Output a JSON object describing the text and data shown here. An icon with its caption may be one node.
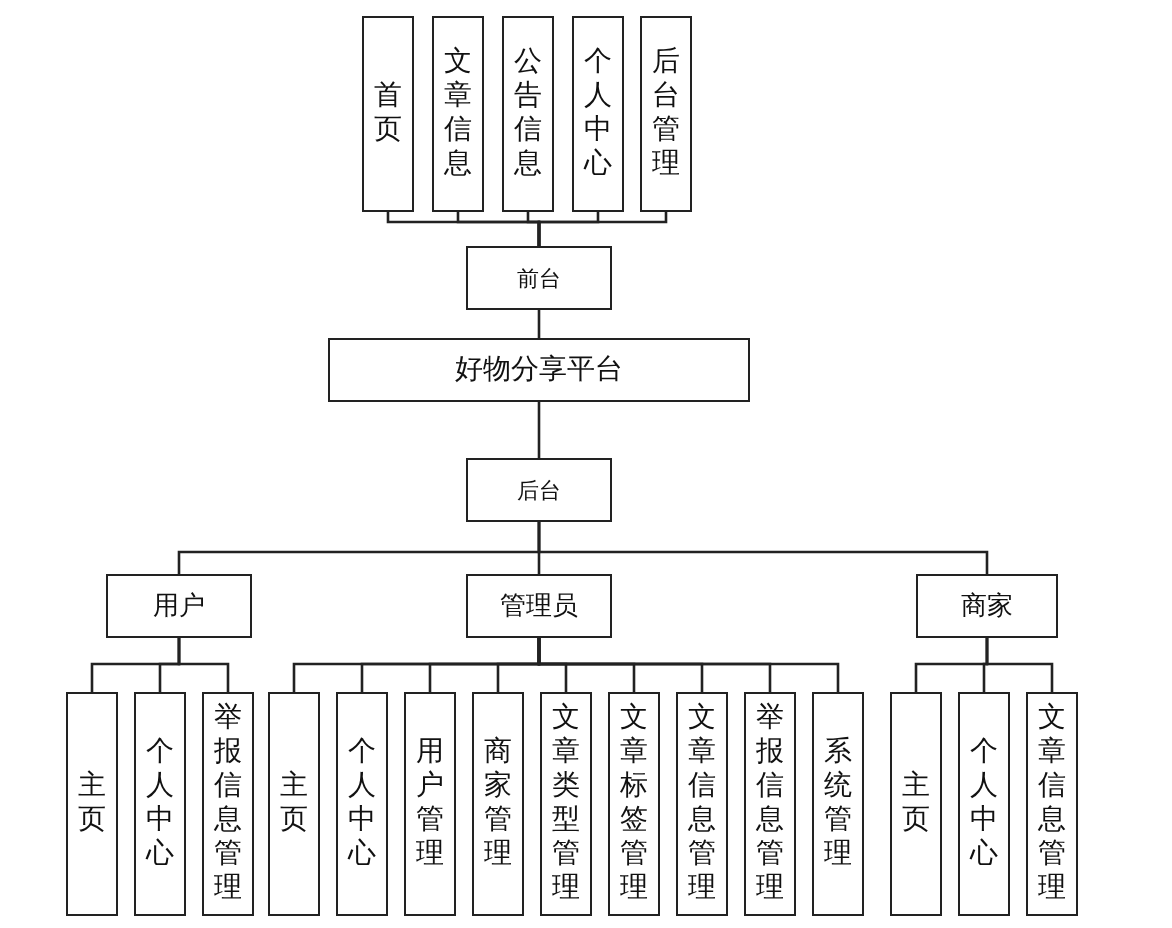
{
  "diagram": {
    "nodes": [
      {
        "text": [
          "首页"
        ]
      },
      {
        "text": [
          "文章信息"
        ]
      },
      {
        "text": [
          "公告信息"
        ]
      },
      {
        "text": [
          "个人中心"
        ]
      },
      {
        "text": [
          "后台管理"
        ]
      },
      {
        "text": [
          "前台"
        ]
      },
      {
        "text": [
          "好物分享平台"
        ]
      },
      {
        "text": [
          "后台"
        ]
      },
      {
        "text": [
          "用户"
        ]
      },
      {
        "text": [
          "管理员"
        ]
      },
      {
        "text": [
          "商家"
        ]
      },
      {
        "text": [
          "主页"
        ]
      },
      {
        "text": [
          "个人中心"
        ]
      },
      {
        "text": [
          "举报信息管理"
        ]
      },
      {
        "text": [
          "主页"
        ]
      },
      {
        "text": [
          "个人中心"
        ]
      },
      {
        "text": [
          "用户管理"
        ]
      },
      {
        "text": [
          "商家管理"
        ]
      },
      {
        "text": [
          "文章类型管理"
        ]
      },
      {
        "text": [
          "文章标签管理"
        ]
      },
      {
        "text": [
          "文章信息管理"
        ]
      },
      {
        "text": [
          "举报信息管理"
        ]
      },
      {
        "text": [
          "系统管理"
        ]
      },
      {
        "text": [
          "主页"
        ]
      },
      {
        "text": [
          "个人中心"
        ]
      },
      {
        "text": [
          "文章信息管理"
        ]
      }
    ],
    "edges": [
      {
        "from": 5,
        "to": 0,
        "arrow": "none"
      },
      {
        "from": 5,
        "to": 1,
        "arrow": "none"
      },
      {
        "from": 5,
        "to": 2,
        "arrow": "none"
      },
      {
        "from": 5,
        "to": 3,
        "arrow": "none"
      },
      {
        "from": 5,
        "to": 4,
        "arrow": "none"
      },
      {
        "from": 5,
        "to": 6,
        "arrow": "none"
      },
      {
        "from": 6,
        "to": 7,
        "arrow": "none"
      },
      {
        "from": 7,
        "to": 8,
        "arrow": "none"
      },
      {
        "from": 7,
        "to": 9,
        "arrow": "none"
      },
      {
        "from": 7,
        "to": 10,
        "arrow": "none"
      },
      {
        "from": 8,
        "to": 11,
        "arrow": "none"
      },
      {
        "from": 8,
        "to": 12,
        "arrow": "none"
      },
      {
        "from": 8,
        "to": 13,
        "arrow": "none"
      },
      {
        "from": 9,
        "to": 14,
        "arrow": "none"
      },
      {
        "from": 9,
        "to": 15,
        "arrow": "none"
      },
      {
        "from": 9,
        "to": 16,
        "arrow": "none"
      },
      {
        "from": 9,
        "to": 17,
        "arrow": "none"
      },
      {
        "from": 9,
        "to": 18,
        "arrow": "none"
      },
      {
        "from": 9,
        "to": 19,
        "arrow": "none"
      },
      {
        "from": 9,
        "to": 20,
        "arrow": "none"
      },
      {
        "from": 9,
        "to": 21,
        "arrow": "none"
      },
      {
        "from": 9,
        "to": 22,
        "arrow": "none"
      },
      {
        "from": 10,
        "to": 23,
        "arrow": "none"
      },
      {
        "from": 10,
        "to": 24,
        "arrow": "none"
      },
      {
        "from": 10,
        "to": 25,
        "arrow": "none"
      }
    ]
  }
}
